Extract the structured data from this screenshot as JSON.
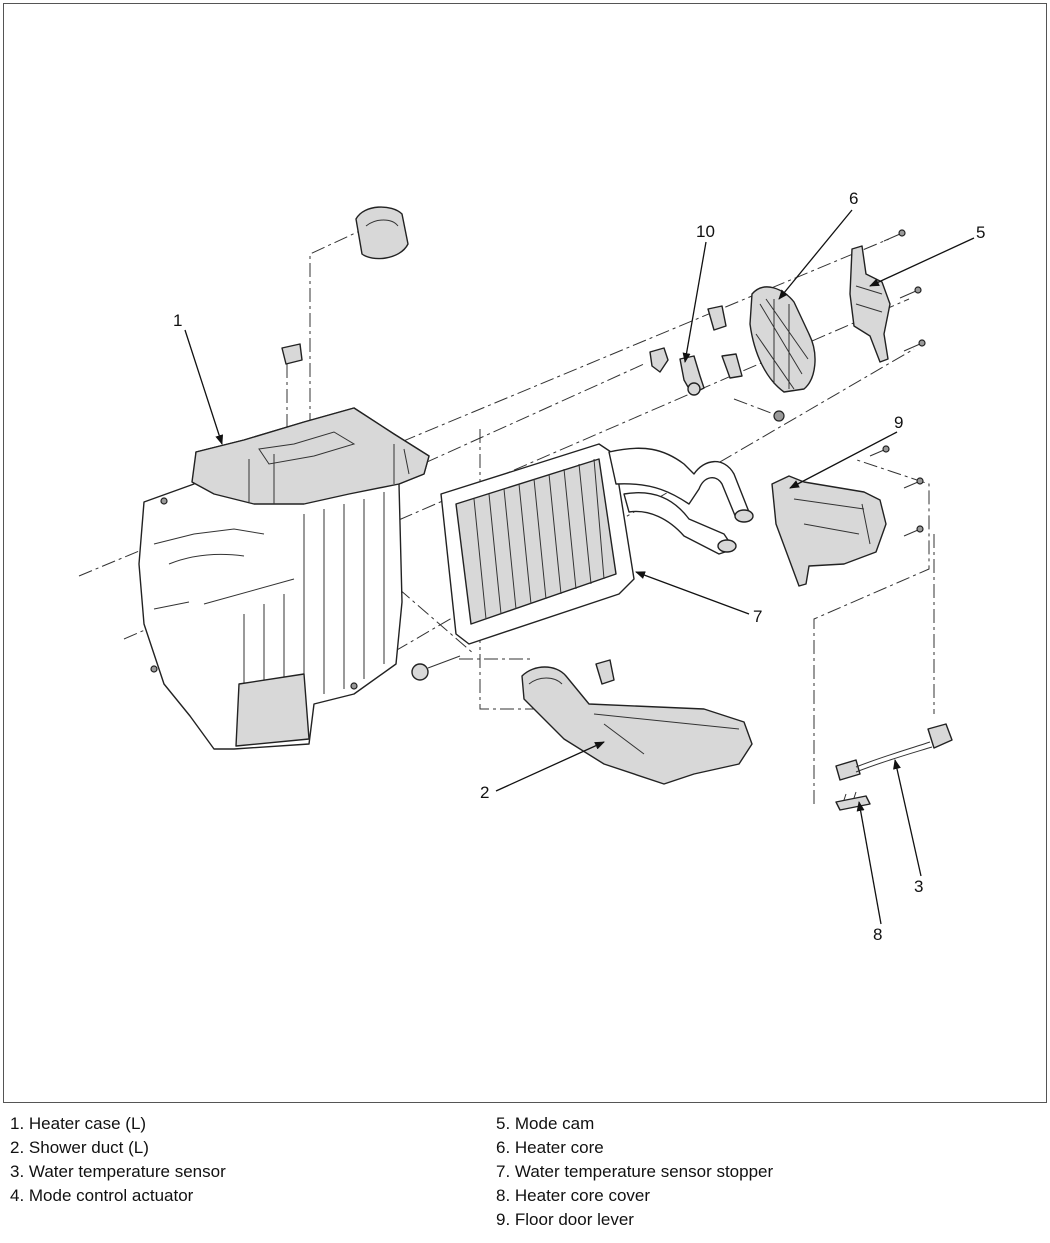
{
  "callouts": [
    {
      "num": "1"
    },
    {
      "num": "2"
    },
    {
      "num": "3"
    },
    {
      "num": "5"
    },
    {
      "num": "6"
    },
    {
      "num": "7"
    },
    {
      "num": "8"
    },
    {
      "num": "9"
    },
    {
      "num": "10"
    }
  ],
  "legend": {
    "left": [
      {
        "label": "1. Heater case (L)"
      },
      {
        "label": "2. Shower duct (L)"
      },
      {
        "label": "3. Water temperature sensor"
      },
      {
        "label": "4. Mode control actuator"
      }
    ],
    "right": [
      {
        "label": "5. Mode cam"
      },
      {
        "label": "6. Heater core"
      },
      {
        "label": "7. Water temperature sensor stopper"
      },
      {
        "label": "8. Heater core cover"
      },
      {
        "label": "9. Floor door lever"
      }
    ]
  }
}
